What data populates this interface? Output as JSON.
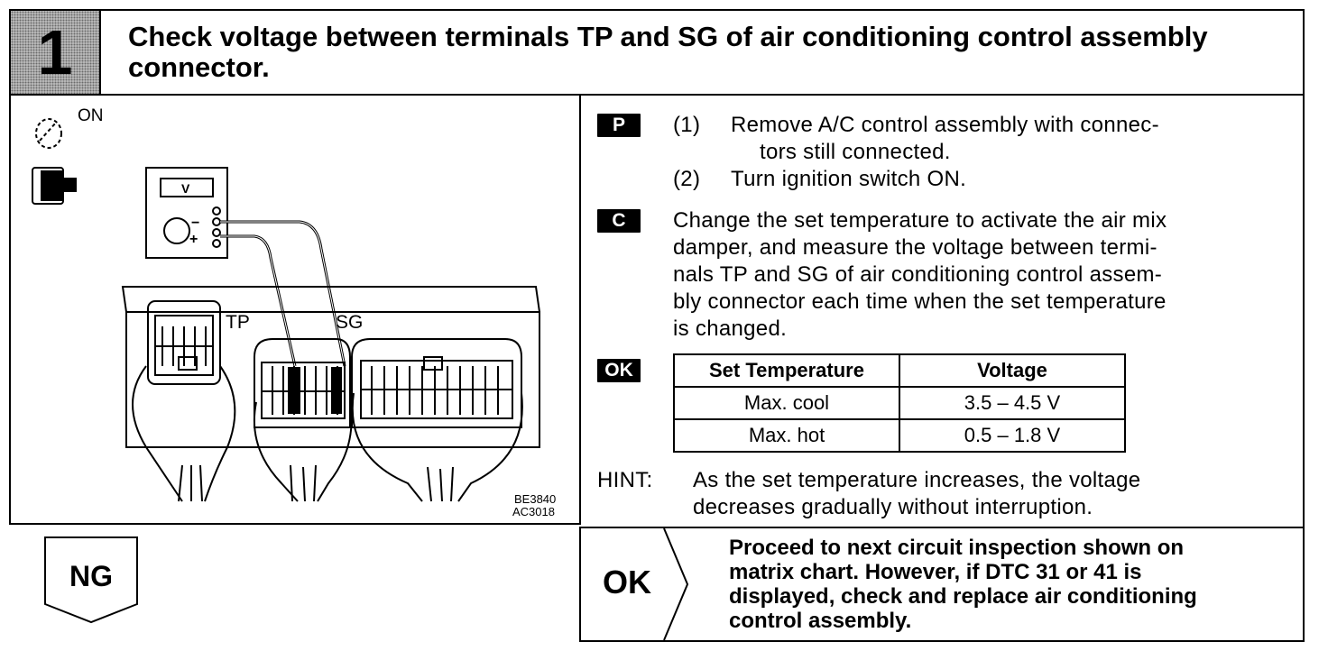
{
  "header": {
    "step_number": "1",
    "title": "Check voltage between terminals TP and SG of air conditioning control assembly connector."
  },
  "diagram": {
    "ignition_label": "ON",
    "meter_label": "V",
    "minus_label": "−",
    "plus_label": "+",
    "terminal_tp_label": "TP",
    "terminal_sg_label": "SG",
    "ref_code_1": "BE3840",
    "ref_code_2": "AC3018"
  },
  "procedure": {
    "p_badge": "P",
    "step1_num": "(1)",
    "step1_line1": "Remove A/C control assembly with connec-",
    "step1_line2": "tors still connected.",
    "step2_num": "(2)",
    "step2_text": "Turn ignition switch ON.",
    "c_badge": "C",
    "check_lines": [
      "Change the set temperature to activate the air mix",
      "damper, and measure the voltage between termi-",
      "nals TP and SG of air conditioning control assem-",
      "bly connector each time when the set temperature",
      "is changed."
    ],
    "ok_badge": "OK"
  },
  "spec_table": {
    "headers": [
      "Set Temperature",
      "Voltage"
    ],
    "rows": [
      [
        "Max. cool",
        "3.5 – 4.5 V"
      ],
      [
        "Max. hot",
        "0.5 – 1.8 V"
      ]
    ]
  },
  "hint": {
    "label": "HINT:",
    "line1": "As the set temperature increases, the voltage",
    "line2": "decreases gradually without interruption."
  },
  "results": {
    "ng_label": "NG",
    "ok_label": "OK",
    "ok_lines": [
      "Proceed to next circuit inspection shown on",
      "matrix chart. However, if DTC 31 or 41 is",
      "displayed, check and replace air conditioning",
      "control assembly."
    ]
  }
}
